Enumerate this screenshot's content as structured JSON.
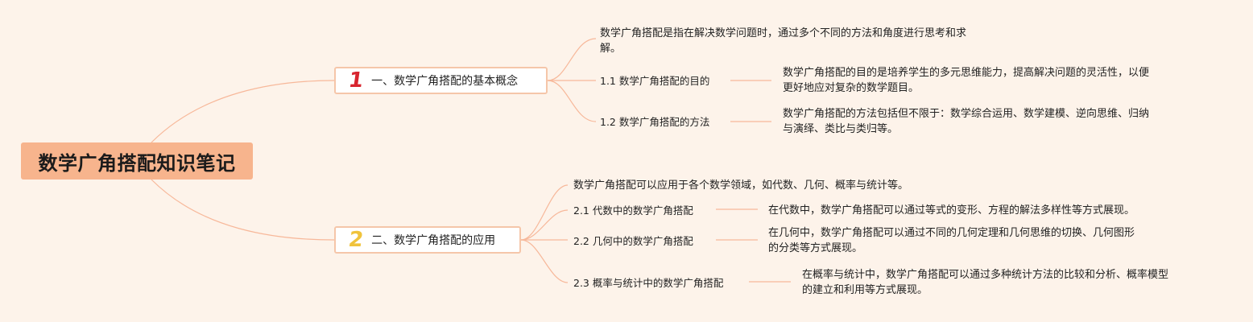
{
  "root": {
    "label": "数学广角搭配知识笔记"
  },
  "branches": [
    {
      "number": "1",
      "label": "一、数学广角搭配的基本概念",
      "summary": "数学广角搭配是指在解决数学问题时，通过多个不同的方法和角度进行思考和求解。",
      "summary_lines": [
        "数学广角搭配是指在解决数学问题时，通过多个不同的方法和角度进行思考和求",
        "解。"
      ],
      "subtopics": [
        {
          "label": "1.1 数学广角搭配的目的",
          "detail_lines": [
            "数学广角搭配的目的是培养学生的多元思维能力，提高解决问题的灵活性，以便",
            "更好地应对复杂的数学题目。"
          ]
        },
        {
          "label": "1.2 数学广角搭配的方法",
          "detail_lines": [
            "数学广角搭配的方法包括但不限于：数学综合运用、数学建模、逆向思维、归纳",
            "与演绎、类比与类归等。"
          ]
        }
      ]
    },
    {
      "number": "2",
      "label": "二、数学广角搭配的应用",
      "summary_lines": [
        "数学广角搭配可以应用于各个数学领域，如代数、几何、概率与统计等。"
      ],
      "subtopics": [
        {
          "label": "2.1 代数中的数学广角搭配",
          "detail_lines": [
            "在代数中，数学广角搭配可以通过等式的变形、方程的解法多样性等方式展现。"
          ]
        },
        {
          "label": "2.2 几何中的数学广角搭配",
          "detail_lines": [
            "在几何中，数学广角搭配可以通过不同的几何定理和几何思维的切换、几何图形",
            "的分类等方式展现。"
          ]
        },
        {
          "label": "2.3 概率与统计中的数学广角搭配",
          "detail_lines": [
            "在概率与统计中，数学广角搭配可以通过多种统计方法的比较和分析、概率模型",
            "的建立和利用等方式展现。"
          ]
        }
      ]
    }
  ],
  "colors": {
    "background": "#fdf3ea",
    "root_fill": "#f7b48d",
    "branch_border": "#f5c6a9",
    "connector": "#f7b89a",
    "badge_1": "#d8252f",
    "badge_2": "#f0c33c"
  }
}
